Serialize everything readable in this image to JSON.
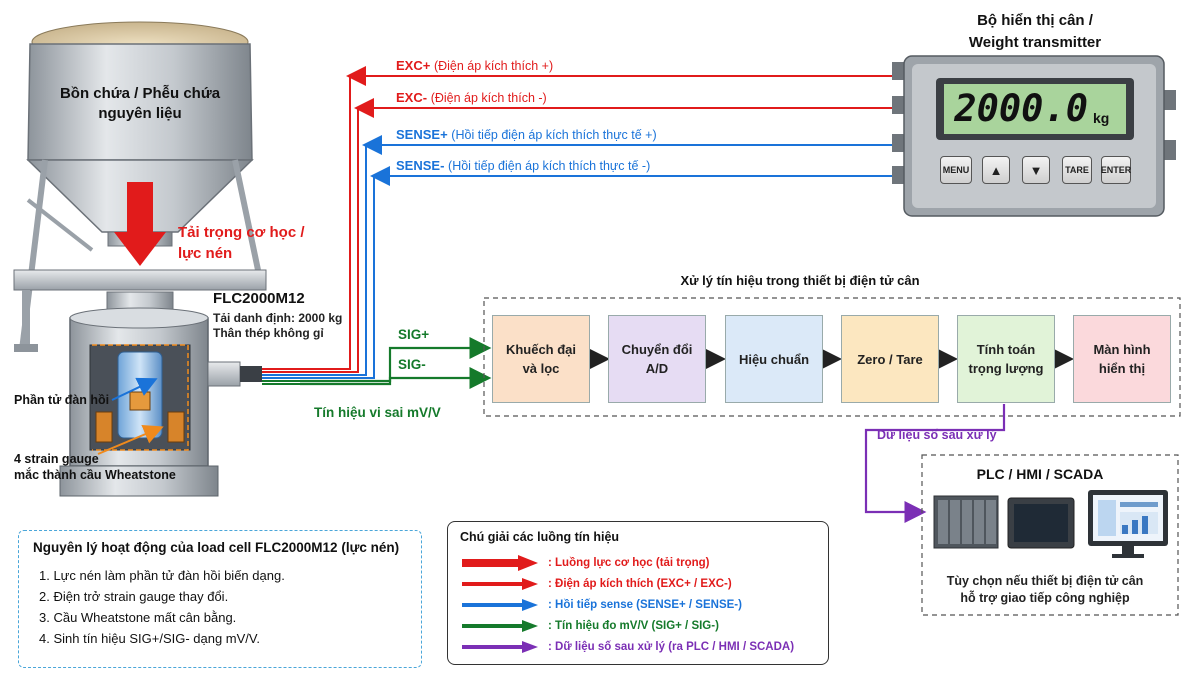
{
  "hopper": {
    "title_line1": "Bồn chứa / Phễu chứa",
    "title_line2": "nguyên liệu"
  },
  "load": {
    "label_line1": "Tải trọng cơ học /",
    "label_line2": "lực nén"
  },
  "cell": {
    "model": "FLC2000M12",
    "rated": "Tải danh định: 2000 kg",
    "material": "Thân thép không gỉ",
    "elastic_label": "Phần tử đàn hồi",
    "gauge_line1": "4 strain gauge",
    "gauge_line2": "mắc thành cầu Wheatstone"
  },
  "display": {
    "title_line1": "Bộ hiển thị cân /",
    "title_line2": "Weight transmitter",
    "reading": "2000.0",
    "unit": "kg",
    "keys": [
      "MENU",
      "▲",
      "▼",
      "TARE",
      "ENTER"
    ]
  },
  "wires": [
    {
      "name": "EXC+",
      "desc": "(Điện áp kích thích +)",
      "color": "#e11b1b"
    },
    {
      "name": "EXC-",
      "desc": "(Điện áp kích thích -)",
      "color": "#e11b1b"
    },
    {
      "name": "SENSE+",
      "desc": "(Hồi tiếp điện áp kích thích thực tế +)",
      "color": "#1a73d9"
    },
    {
      "name": "SENSE-",
      "desc": "(Hồi tiếp điện áp kích thích thực tế -)",
      "color": "#1a73d9"
    }
  ],
  "signals": {
    "sig_plus": "SIG+",
    "sig_minus": "SIG-",
    "differential": "Tín hiệu vi sai mV/V"
  },
  "processing": {
    "title": "Xử lý tín hiệu trong thiết bị điện tử cân",
    "blocks": [
      {
        "line1": "Khuếch đại",
        "line2": "và lọc",
        "color": "#fbe0c8"
      },
      {
        "line1": "Chuyển đổi",
        "line2": "A/D",
        "color": "#e6dcf3"
      },
      {
        "line1": "Hiệu chuẩn",
        "line2": "",
        "color": "#dbe9f8"
      },
      {
        "line1": "Zero / Tare",
        "line2": "",
        "color": "#fce7c0"
      },
      {
        "line1": "Tính toán",
        "line2": "trọng lượng",
        "color": "#e1f3d8"
      },
      {
        "line1": "Màn hình",
        "line2": "hiển thị",
        "color": "#fbd9dc"
      }
    ]
  },
  "digital": {
    "label": "Dữ liệu số sau xử lý"
  },
  "plc": {
    "title": "PLC / HMI / SCADA",
    "note_line1": "Tùy chọn nếu thiết bị điện tử cân",
    "note_line2": "hỗ trợ giao tiếp công nghiệp"
  },
  "principle": {
    "title": "Nguyên lý hoạt động của load cell FLC2000M12 (lực nén)",
    "steps": [
      "1. Lực nén làm phần tử đàn hồi biến dạng.",
      "2. Điện trở strain gauge thay đổi.",
      "3. Cầu Wheatstone mất cân bằng.",
      "4. Sinh tín hiệu SIG+/SIG- dạng mV/V."
    ]
  },
  "legend": {
    "title": "Chú giải các luồng tín hiệu",
    "items": [
      {
        "text": ": Luồng lực cơ học (tải trọng)",
        "color": "#e11b1b"
      },
      {
        "text": ": Điện áp kích thích (EXC+ / EXC-)",
        "color": "#e11b1b"
      },
      {
        "text": ": Hồi tiếp sense (SENSE+ / SENSE-)",
        "color": "#1a73d9"
      },
      {
        "text": ": Tín hiệu đo mV/V (SIG+ / SIG-)",
        "color": "#157a2b"
      },
      {
        "text": ": Dữ liệu số sau xử lý (ra PLC / HMI / SCADA)",
        "color": "#7b2fb5"
      }
    ]
  }
}
